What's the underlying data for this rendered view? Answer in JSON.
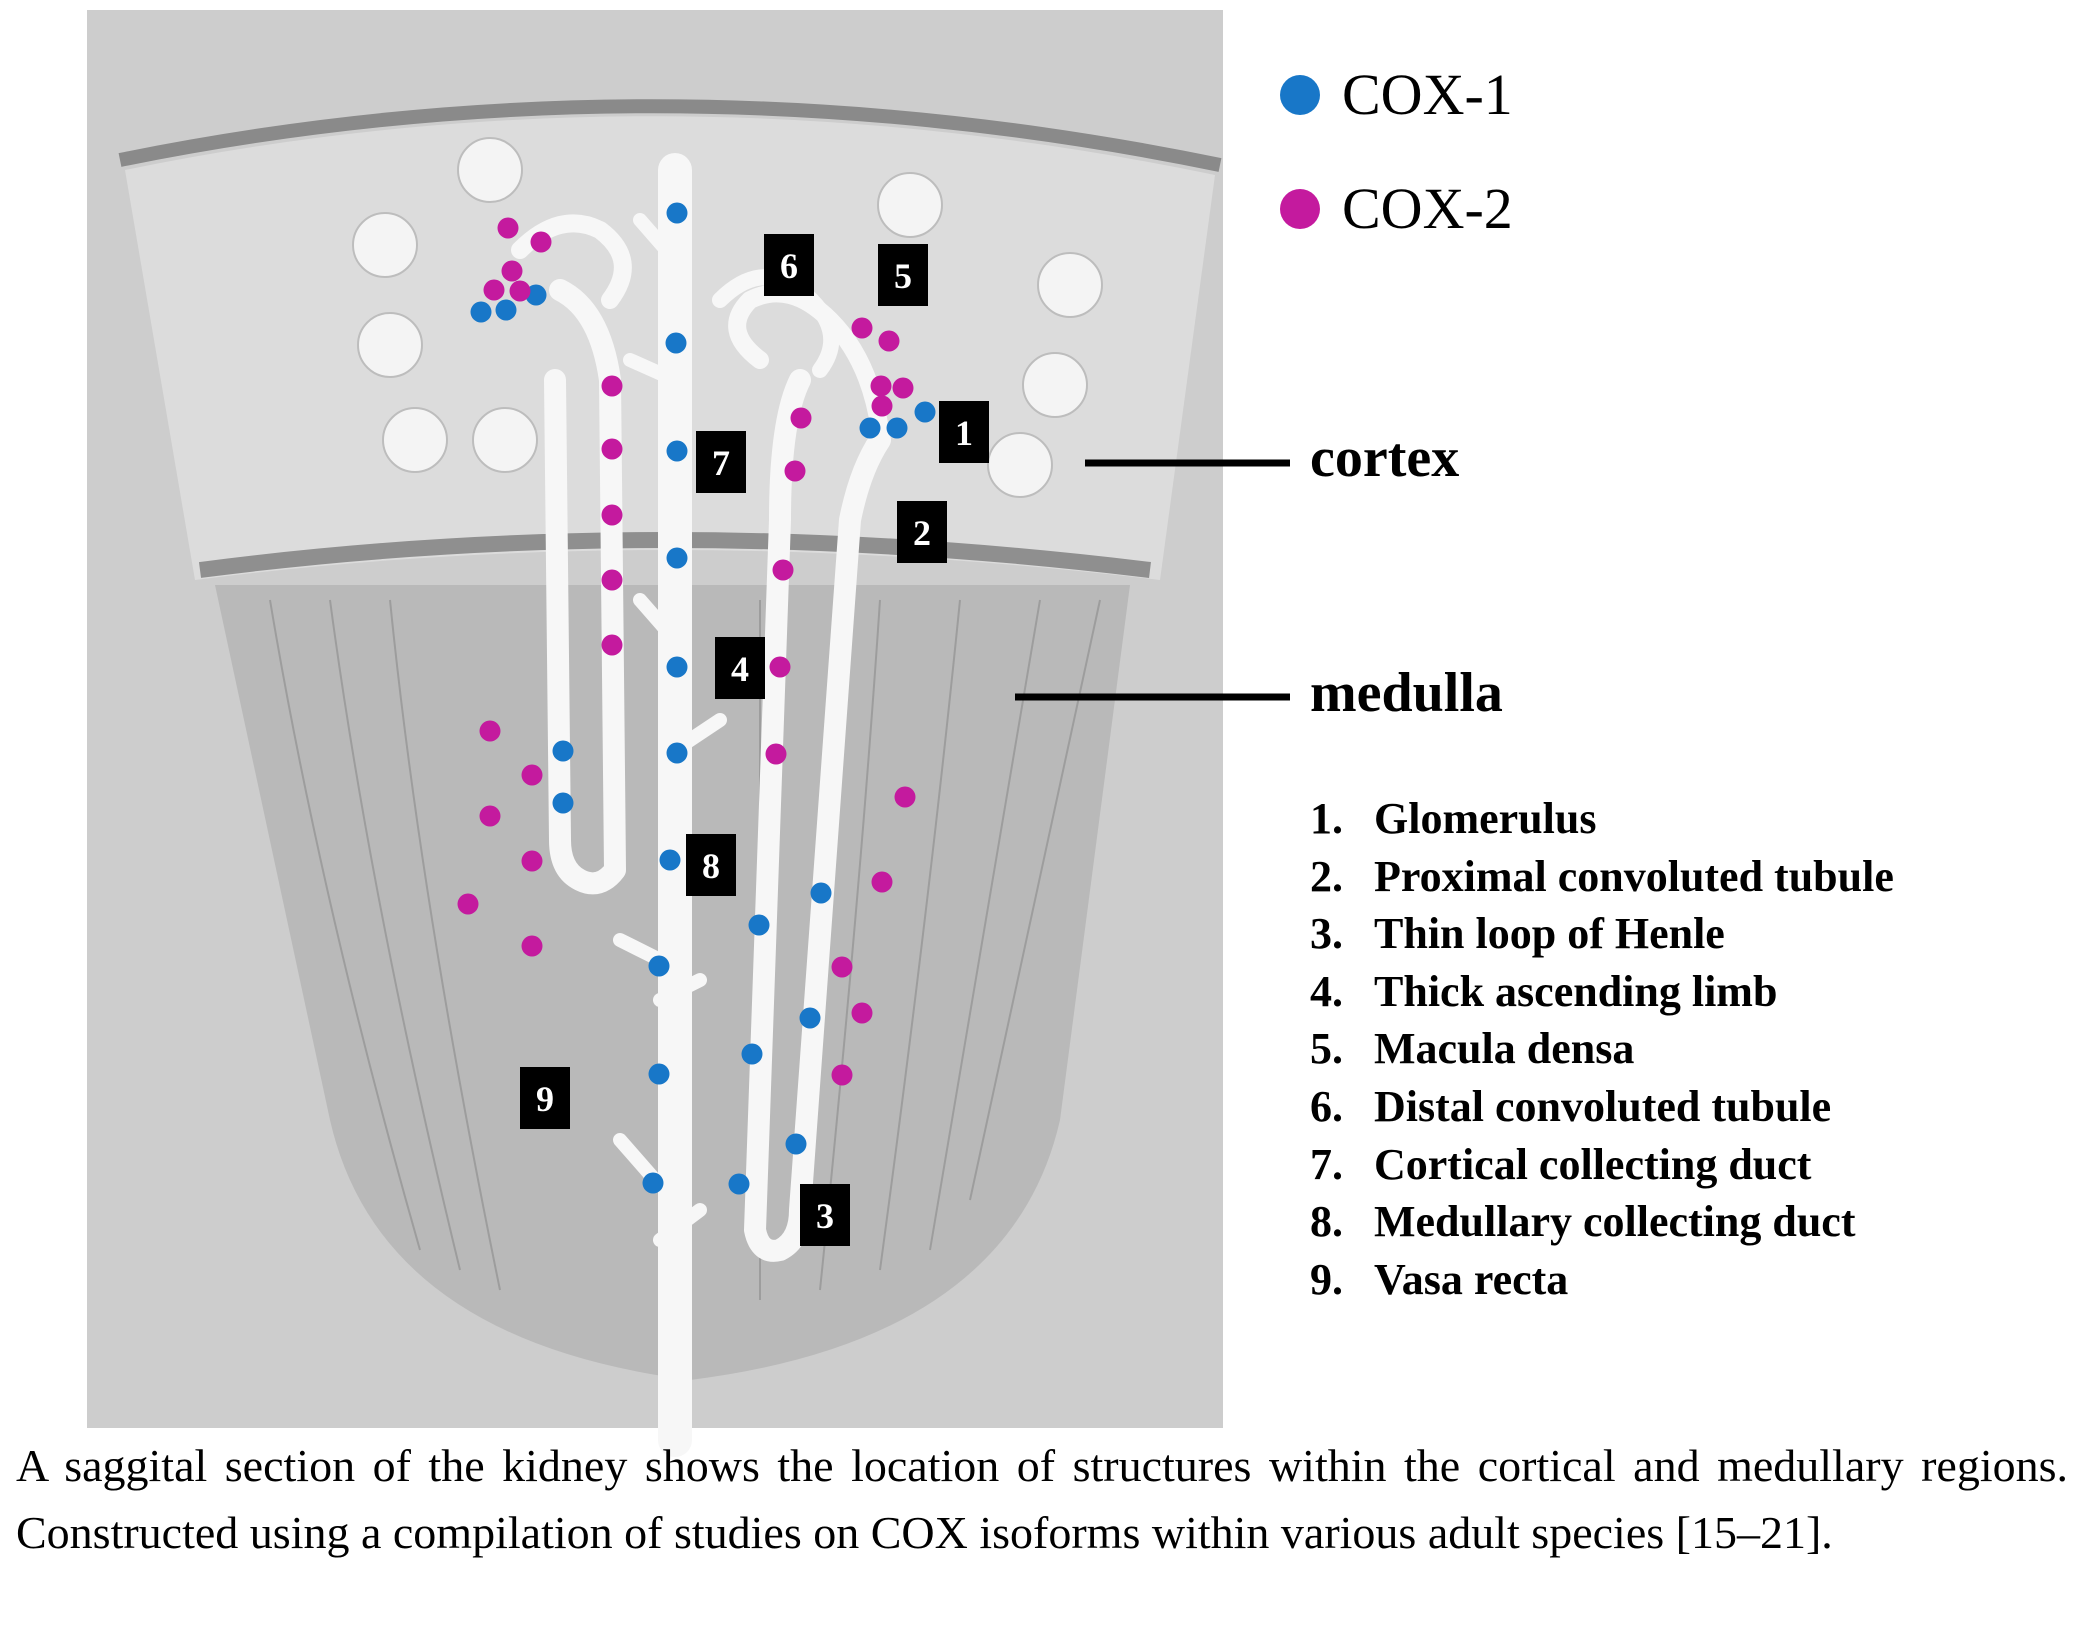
{
  "colors": {
    "cox1": "#1877c8",
    "cox2": "#c41a9e",
    "panel_bg": "#cdcdcd",
    "cortex_fill": "#dcdcdc",
    "medulla_fill": "#b9b9b9",
    "tubule": "#f7f7f7",
    "marker_box": "#000000"
  },
  "legend": {
    "cox1_label": "COX-1",
    "cox2_label": "COX-2"
  },
  "regions": {
    "cortex": "cortex",
    "medulla": "medulla"
  },
  "structure_markers": [
    "1",
    "2",
    "3",
    "4",
    "5",
    "6",
    "7",
    "8",
    "9"
  ],
  "key": [
    {
      "num": "1.",
      "label": "Glomerulus"
    },
    {
      "num": "2.",
      "label": "Proximal convoluted tubule"
    },
    {
      "num": "3.",
      "label": "Thin loop of Henle"
    },
    {
      "num": "4.",
      "label": "Thick ascending limb"
    },
    {
      "num": "5.",
      "label": "Macula densa"
    },
    {
      "num": "6.",
      "label": "Distal convoluted tubule"
    },
    {
      "num": "7.",
      "label": "Cortical collecting duct"
    },
    {
      "num": "8.",
      "label": "Medullary collecting duct"
    },
    {
      "num": "9.",
      "label": "Vasa recta"
    }
  ],
  "caption": "A saggital section of the kidney shows the location of structures within the cortical and medullary regions. Constructed using a compilation of studies on COX isoforms within various adult species [15–21]."
}
